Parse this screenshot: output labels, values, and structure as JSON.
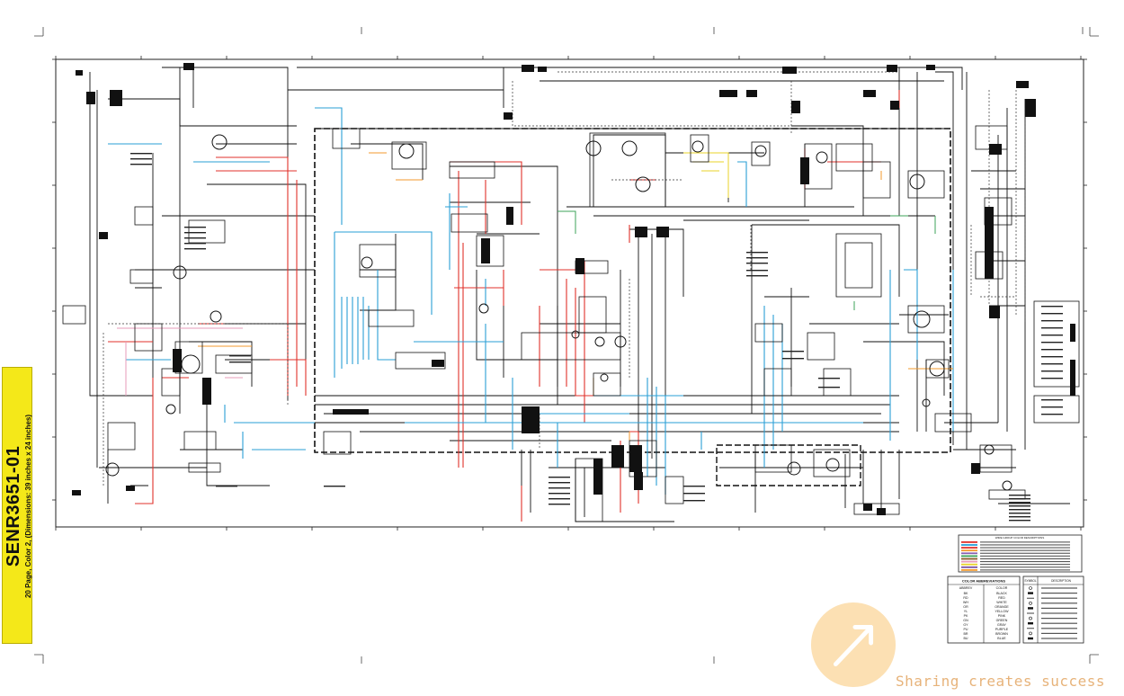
{
  "document": {
    "number": "SENR3651-01",
    "subtitle": "20 Page, Color 2, (Dimensions: 39 inches x 24 inches)"
  },
  "watermark": {
    "slogan": "Sharing creates success"
  },
  "colors": {
    "wire_black": "#111111",
    "wire_red": "#e0312b",
    "wire_blue": "#2a9fd6",
    "wire_orange": "#f39a2c",
    "wire_yellow": "#e8d32a",
    "wire_green": "#3ca35a",
    "wire_pink": "#e79bb9",
    "wire_purple": "#8a5fb0",
    "wire_brown": "#8a5a2b",
    "tab_yellow": "#f4e819",
    "watermark_orange": "#e7b37a"
  },
  "legend_wire_groups": {
    "title": "WIRE GROUP COLOR DESCRIPTIONS",
    "swatch_colors": [
      "#e0312b",
      "#2a9fd6",
      "#e0312b",
      "#f39a2c",
      "#8a5fb0",
      "#3ca35a",
      "#8a5a2b",
      "#e79bb9",
      "#e8d32a",
      "#7a4fa0",
      "#f39a2c"
    ]
  },
  "legend_color_abbreviations": {
    "title": "COLOR ABBREVIATIONS",
    "headers": [
      "ABBREV",
      "COLOR"
    ],
    "rows": [
      [
        "BK",
        "BLACK"
      ],
      [
        "RD",
        "RED"
      ],
      [
        "WH",
        "WHITE"
      ],
      [
        "OR",
        "ORANGE"
      ],
      [
        "YL",
        "YELLOW"
      ],
      [
        "PK",
        "PINK"
      ],
      [
        "GN",
        "GREEN"
      ],
      [
        "GY",
        "GRAY"
      ],
      [
        "PU",
        "PURPLE"
      ],
      [
        "BR",
        "BROWN"
      ],
      [
        "BU",
        "BLUE"
      ]
    ]
  },
  "legend_symbols": {
    "headers": [
      "SYMBOL",
      "DESCRIPTION"
    ]
  }
}
